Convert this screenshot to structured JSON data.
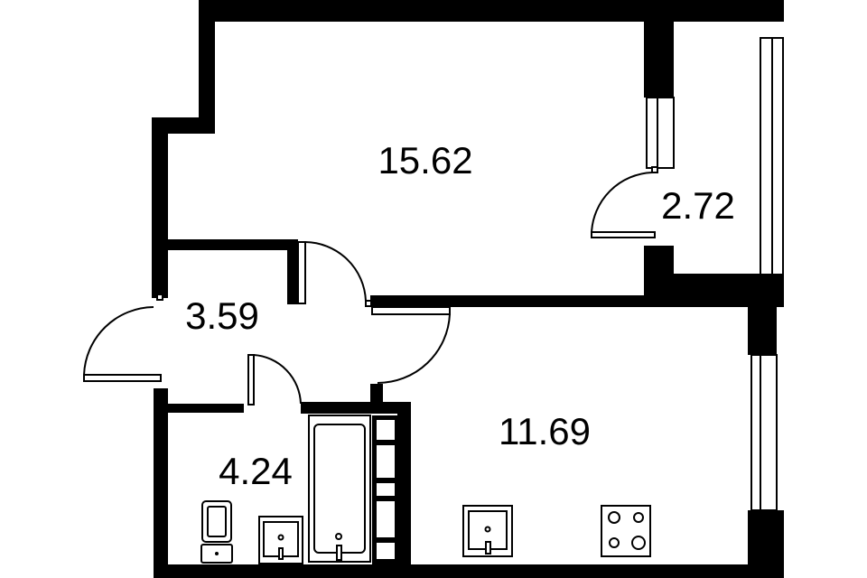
{
  "plan": {
    "rooms": [
      {
        "id": "living-room",
        "area": "15.62"
      },
      {
        "id": "balcony",
        "area": "2.72"
      },
      {
        "id": "hallway",
        "area": "3.59"
      },
      {
        "id": "kitchen",
        "area": "11.69"
      },
      {
        "id": "bathroom",
        "area": "4.24"
      }
    ]
  },
  "colors": {
    "wall": "#000000",
    "background": "#ffffff"
  }
}
